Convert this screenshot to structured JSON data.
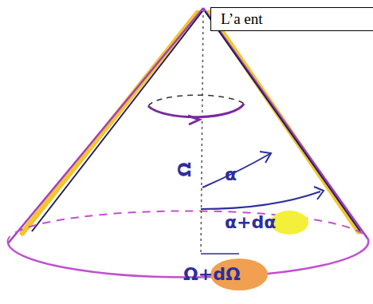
{
  "diagram": {
    "nodes": [
      {
        "text": [
          "L’a ent"
        ]
      }
    ],
    "labels": [
      "Ω",
      "α",
      "α+dα",
      "Ω+dΩ"
    ]
  }
}
